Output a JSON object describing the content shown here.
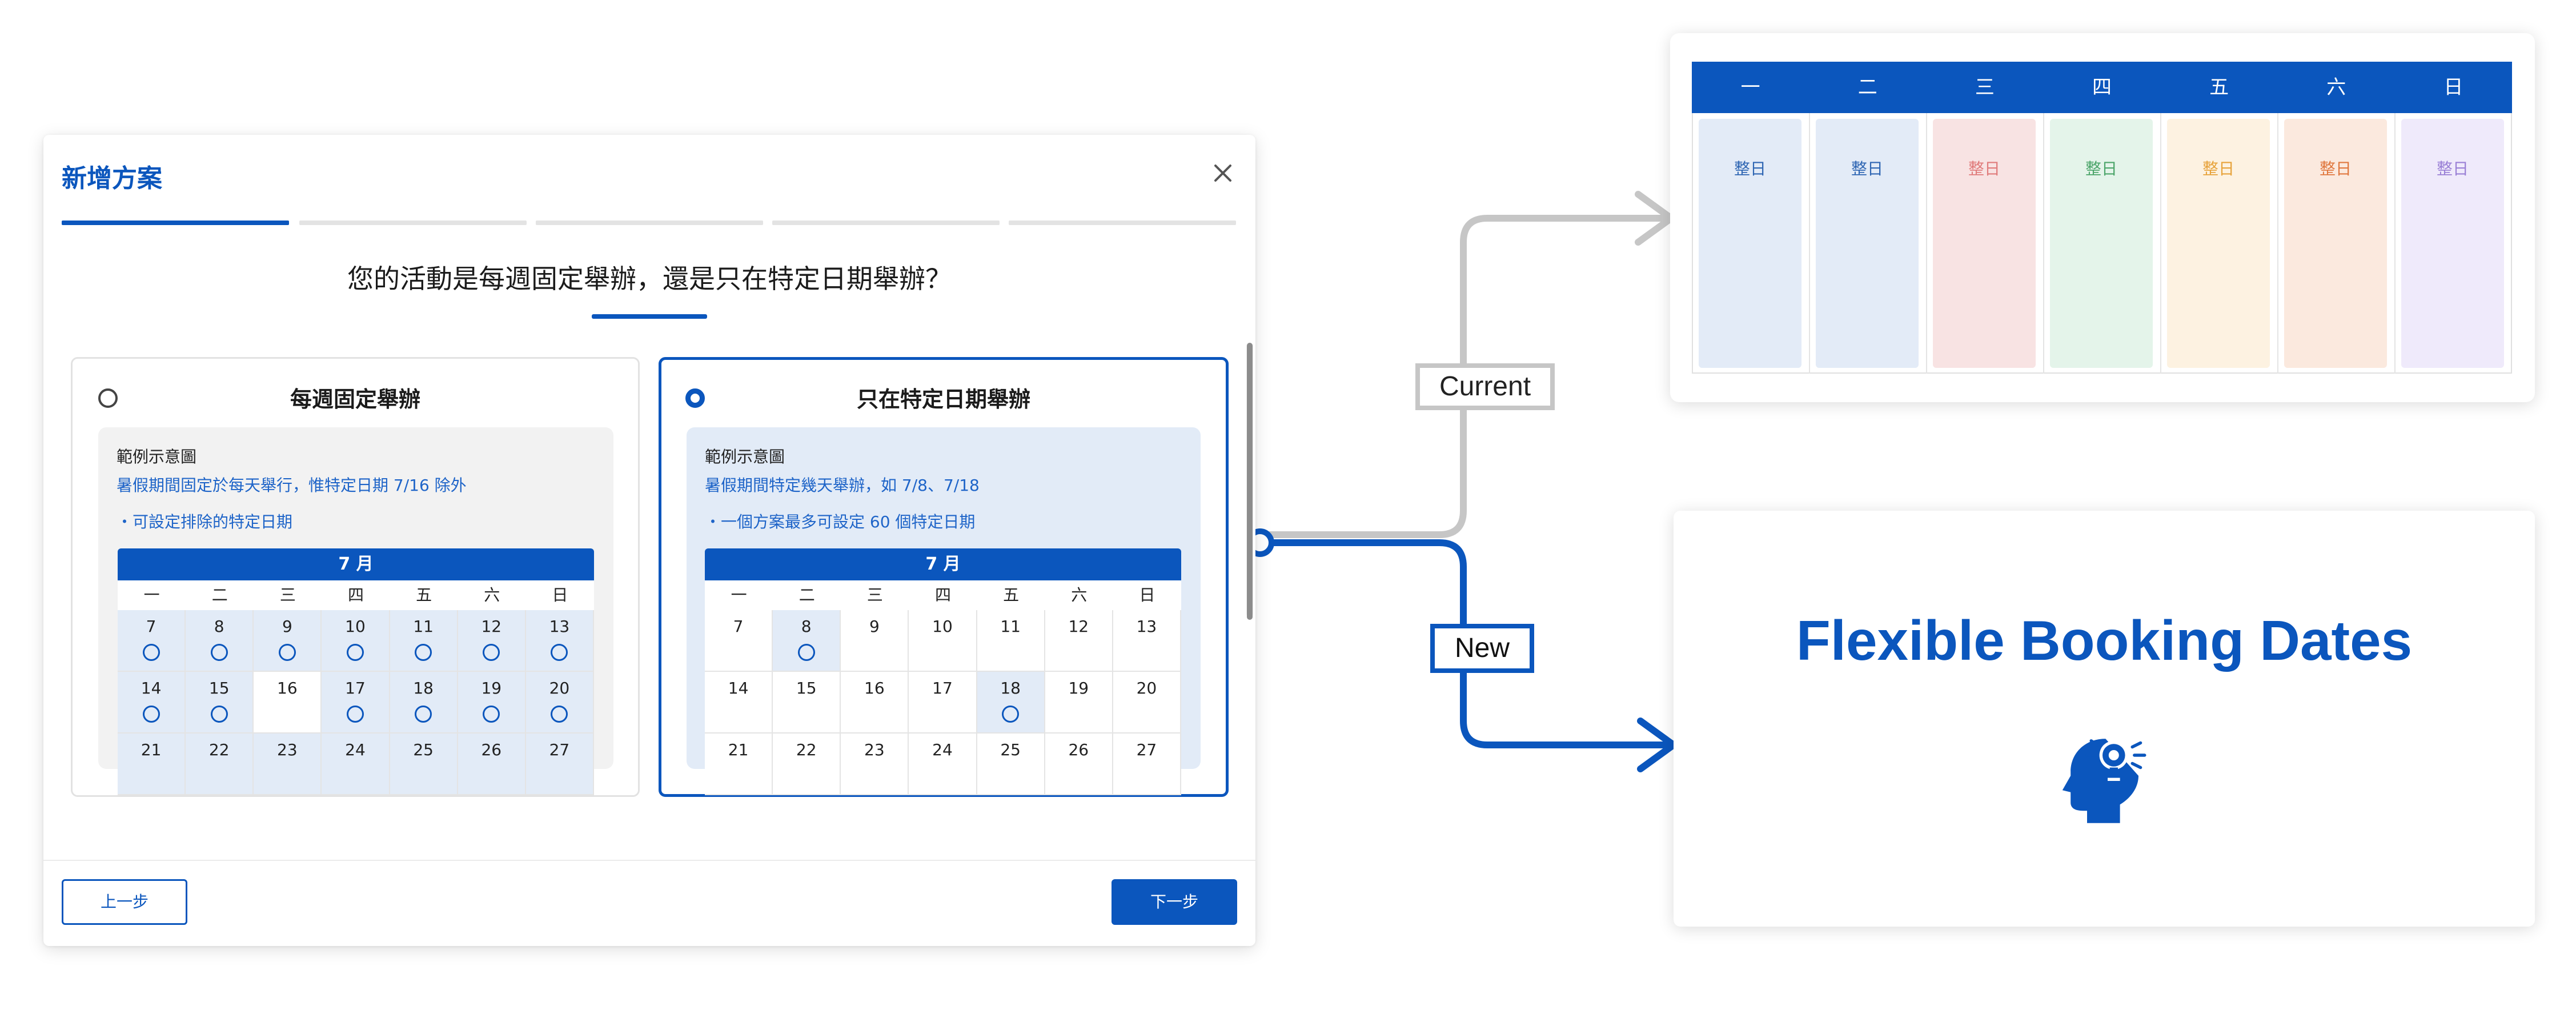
{
  "modal": {
    "title": "新增方案",
    "question": "您的活動是每週固定舉辦，還是只在特定日期舉辦？",
    "options": [
      {
        "title": "每週固定舉辦",
        "selected": false,
        "example_label": "範例示意圖",
        "description": "暑假期間固定於每天舉行，惟特定日期 7/16 除外",
        "note": "・可設定排除的特定日期"
      },
      {
        "title": "只在特定日期舉辦",
        "selected": true,
        "example_label": "範例示意圖",
        "description": "暑假期間特定幾天舉辦，如 7/8、7/18",
        "note": "・一個方案最多可設定 60 個特定日期"
      }
    ],
    "calendar": {
      "month_label": "7 月",
      "weekdays": [
        "一",
        "二",
        "三",
        "四",
        "五",
        "六",
        "日"
      ],
      "rows": [
        [
          "7",
          "8",
          "9",
          "10",
          "11",
          "12",
          "13"
        ],
        [
          "14",
          "15",
          "16",
          "17",
          "18",
          "19",
          "20"
        ],
        [
          "21",
          "22",
          "23",
          "24",
          "25",
          "26",
          "27"
        ]
      ]
    },
    "prev_label": "上一步",
    "next_label": "下一步"
  },
  "connectors": {
    "current_label": "Current",
    "new_label": "New"
  },
  "current_panel": {
    "weekdays": [
      "一",
      "二",
      "三",
      "四",
      "五",
      "六",
      "日"
    ],
    "slot_label": "整日",
    "slot_colors": [
      {
        "bg": "#e3ebf7",
        "text": "#2f66b3"
      },
      {
        "bg": "#e3ebf7",
        "text": "#2f66b3"
      },
      {
        "bg": "#f8e3e3",
        "text": "#e07b7b"
      },
      {
        "bg": "#e4f4ea",
        "text": "#4ca56a"
      },
      {
        "bg": "#fdf2e1",
        "text": "#e7a33b"
      },
      {
        "bg": "#fbe9de",
        "text": "#e0783f"
      },
      {
        "bg": "#efeafb",
        "text": "#9a80d6"
      }
    ]
  },
  "new_panel": {
    "title": "Flexible Booking Dates",
    "icon": "idea-head-icon"
  },
  "colors": {
    "accent": "#0b56bd",
    "connector_current": "#c6c6c6"
  }
}
